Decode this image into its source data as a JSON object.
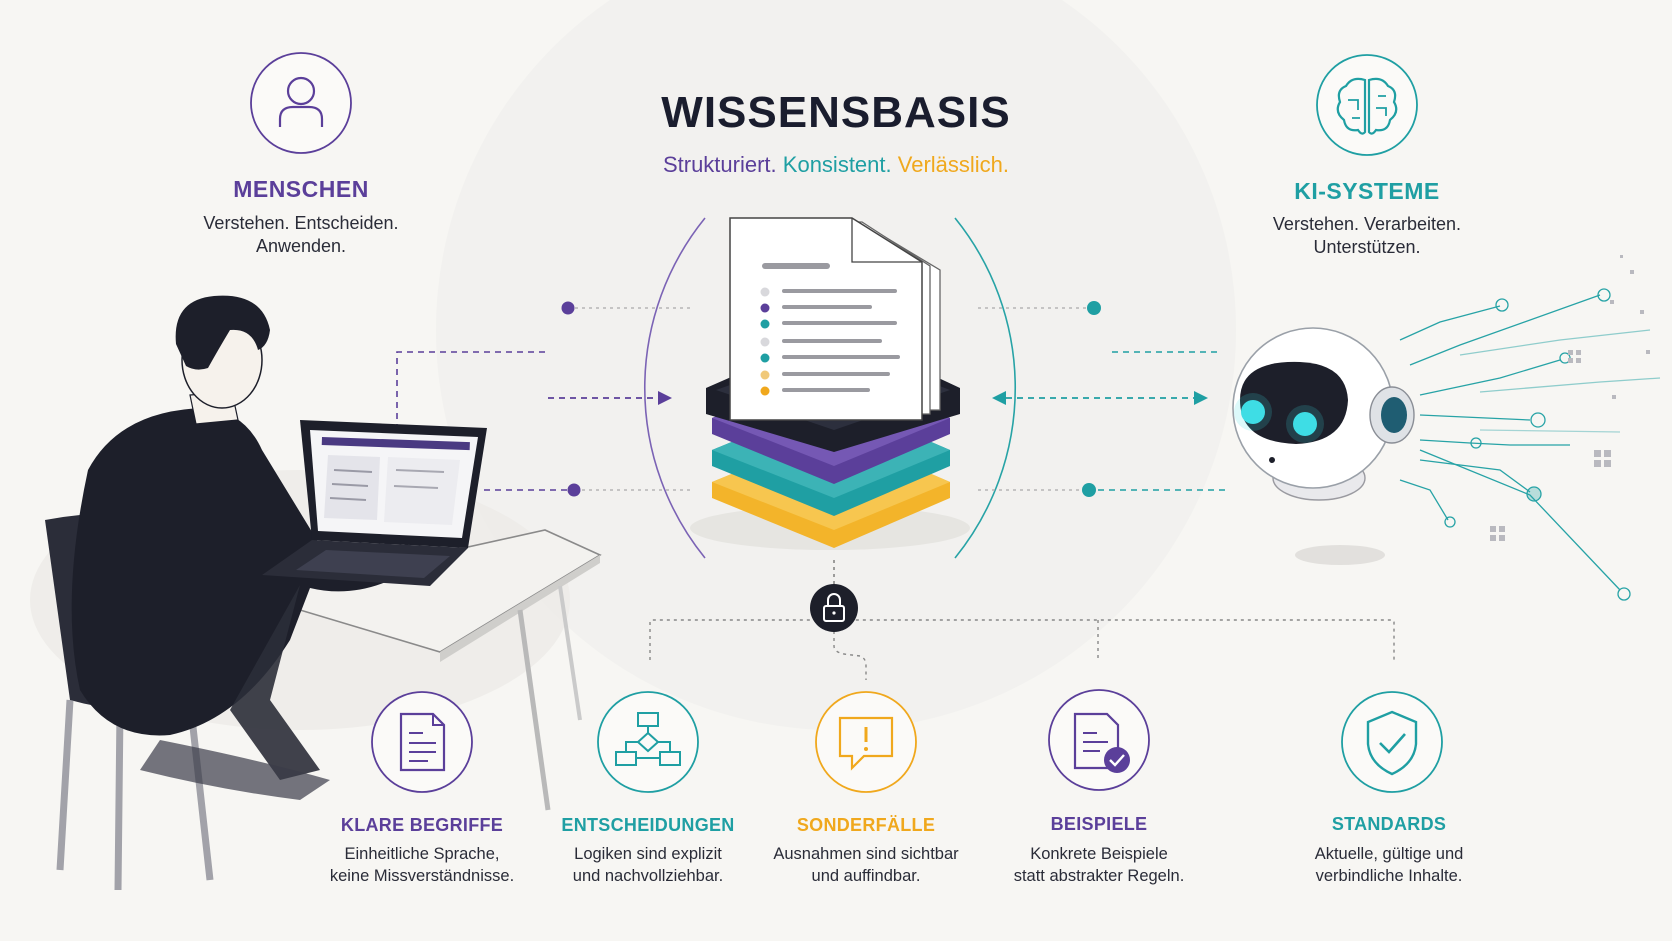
{
  "header": {
    "title": "WISSENSBASIS",
    "subtitle_parts": [
      {
        "text": "Strukturiert.",
        "color": "#5b3f9a"
      },
      {
        "text": "Konsistent.",
        "color": "#1f9fa3"
      },
      {
        "text": "Verlässlich.",
        "color": "#f0a81d"
      }
    ]
  },
  "left": {
    "heading": "MENSCHEN",
    "desc_lines": [
      "Verstehen. Entscheiden.",
      "Anwenden."
    ],
    "color": "#5b3f9a",
    "icon": "person-icon"
  },
  "right": {
    "heading": "KI-SYSTEME",
    "desc_lines": [
      "Verstehen. Verarbeiten.",
      "Unterstützen."
    ],
    "color": "#1f9fa3",
    "icon": "brain-icon"
  },
  "features": [
    {
      "heading": "KLARE BEGRIFFE",
      "desc_lines": [
        "Einheitliche Sprache,",
        "keine Missverständnisse."
      ],
      "color": "#5b3f9a",
      "icon": "document-icon"
    },
    {
      "heading": "ENTSCHEIDUNGEN",
      "desc_lines": [
        "Logiken sind explizit",
        "und nachvollziehbar."
      ],
      "color": "#1f9fa3",
      "icon": "flowchart-icon"
    },
    {
      "heading": "SONDERFÄLLE",
      "desc_lines": [
        "Ausnahmen sind sichtbar",
        "und auffindbar."
      ],
      "color": "#f0a81d",
      "icon": "alert-message-icon"
    },
    {
      "heading": "BEISPIELE",
      "desc_lines": [
        "Konkrete Beispiele",
        "statt abstrakter Regeln."
      ],
      "color": "#5b3f9a",
      "icon": "document-check-icon"
    },
    {
      "heading": "STANDARDS",
      "desc_lines": [
        "Aktuelle, gültige und",
        "verbindliche Inhalte."
      ],
      "color": "#1f9fa3",
      "icon": "shield-check-icon"
    }
  ],
  "stack_colors": {
    "dark": "#1d1f2a",
    "purple": "#6a4aa8",
    "teal": "#27a3a6",
    "yellow": "#f3b42a"
  },
  "lock_icon": "lock-icon",
  "person_illustration": "person-at-laptop",
  "robot_illustration": "robot-head"
}
